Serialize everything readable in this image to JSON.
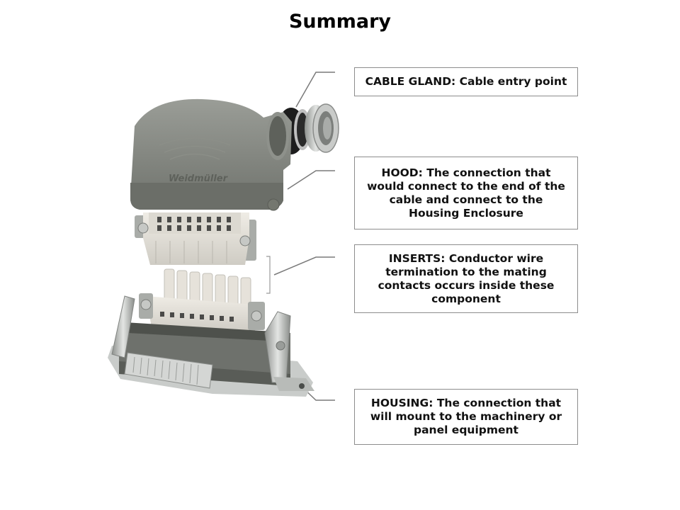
{
  "title": "Summary",
  "callouts": [
    {
      "id": "cable-gland",
      "text": "CABLE GLAND: Cable entry point"
    },
    {
      "id": "hood",
      "text": "HOOD: The connection that\nwould connect to the end of the\ncable and connect to the\nHousing Enclosure"
    },
    {
      "id": "inserts",
      "text": "INSERTS: Conductor wire\ntermination to the mating\ncontacts occurs inside these\ncomponent"
    },
    {
      "id": "housing",
      "text": "HOUSING: The connection that\nwill mount to the machinery or\npanel equipment"
    }
  ],
  "hood_logo_text": "Weidmüller",
  "colors": {
    "hood": "#7f827c",
    "insert": "#e3e0d8",
    "metal": "#b5b8b5",
    "leader": "#7a7a7a",
    "box_border": "#8c8c8c"
  }
}
